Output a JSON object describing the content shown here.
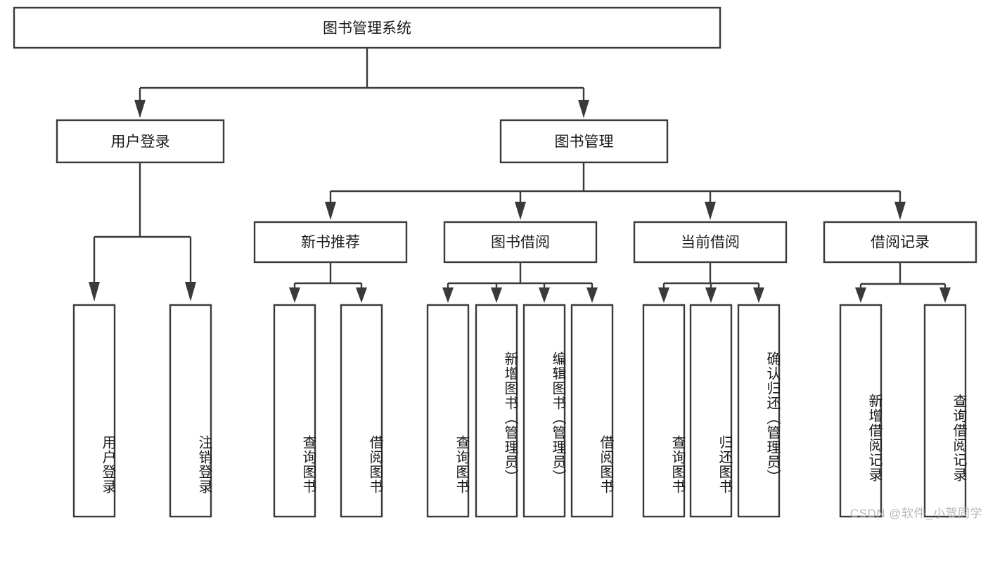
{
  "diagram": {
    "type": "tree-hierarchy",
    "title": "图书管理系统",
    "root": {
      "id": "root",
      "label": "图书管理系统",
      "orientation": "horizontal"
    },
    "level2": [
      {
        "id": "user-login",
        "label": "用户登录",
        "orientation": "horizontal"
      },
      {
        "id": "book-manage",
        "label": "图书管理",
        "orientation": "horizontal"
      }
    ],
    "level3": [
      {
        "id": "new-book-rec",
        "label": "新书推荐",
        "orientation": "horizontal",
        "parent": "book-manage"
      },
      {
        "id": "book-borrow",
        "label": "图书借阅",
        "orientation": "horizontal",
        "parent": "book-manage"
      },
      {
        "id": "current-borrow",
        "label": "当前借阅",
        "orientation": "horizontal",
        "parent": "book-manage"
      },
      {
        "id": "borrow-record",
        "label": "借阅记录",
        "orientation": "horizontal",
        "parent": "book-manage"
      }
    ],
    "leaves": [
      {
        "id": "leaf-user-login",
        "label": "用户登录",
        "parent": "user-login",
        "orientation": "vertical"
      },
      {
        "id": "leaf-user-logout",
        "label": "注销登录",
        "parent": "user-login",
        "orientation": "vertical"
      },
      {
        "id": "leaf-query-book-1",
        "label": "查询图书",
        "parent": "new-book-rec",
        "orientation": "vertical"
      },
      {
        "id": "leaf-borrow-book-1",
        "label": "借阅图书",
        "parent": "new-book-rec",
        "orientation": "vertical"
      },
      {
        "id": "leaf-query-book-2",
        "label": "查询图书",
        "parent": "book-borrow",
        "orientation": "vertical"
      },
      {
        "id": "leaf-add-book",
        "label": "新增图书（管理员）",
        "parent": "book-borrow",
        "orientation": "vertical"
      },
      {
        "id": "leaf-edit-book",
        "label": "编辑图书（管理员）",
        "parent": "book-borrow",
        "orientation": "vertical"
      },
      {
        "id": "leaf-borrow-book-2",
        "label": "借阅图书",
        "parent": "book-borrow",
        "orientation": "vertical"
      },
      {
        "id": "leaf-query-book-3",
        "label": "查询图书",
        "parent": "current-borrow",
        "orientation": "vertical"
      },
      {
        "id": "leaf-return-book",
        "label": "归还图书",
        "parent": "current-borrow",
        "orientation": "vertical"
      },
      {
        "id": "leaf-confirm-return",
        "label": "确认归还（管理员）",
        "parent": "current-borrow",
        "orientation": "vertical"
      },
      {
        "id": "leaf-add-record",
        "label": "新增借阅记录",
        "parent": "borrow-record",
        "orientation": "vertical"
      },
      {
        "id": "leaf-query-record",
        "label": "查询借阅记录",
        "parent": "borrow-record",
        "orientation": "vertical"
      }
    ],
    "watermark": "CSDN @软件_小贺同学",
    "colors": {
      "stroke": "#3a3a3a",
      "fill": "#ffffff",
      "text": "#1a1a1a",
      "watermark": "#b9b9b9"
    }
  }
}
